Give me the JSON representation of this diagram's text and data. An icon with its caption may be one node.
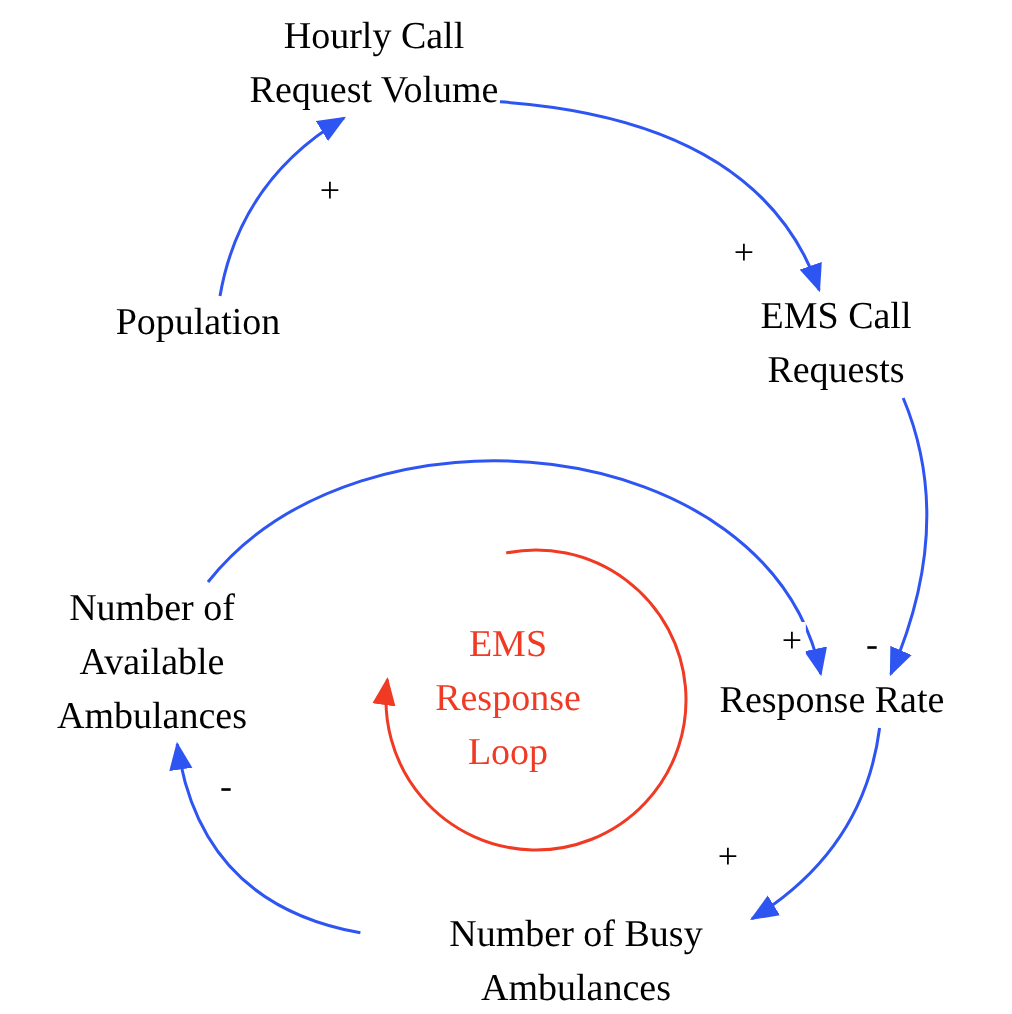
{
  "diagram": {
    "nodes": [
      {
        "text": [
          "Hourly Call Request Volume"
        ]
      },
      {
        "text": [
          "Population"
        ]
      },
      {
        "text": [
          "EMS Call Requests"
        ]
      },
      {
        "text": [
          "Response Rate"
        ]
      },
      {
        "text": [
          "Number of Busy Ambulances"
        ]
      },
      {
        "text": [
          "Number of Available Ambulances"
        ]
      }
    ],
    "edges": [
      {
        "from": 1,
        "to": 0,
        "arrow": "to",
        "label": "+"
      },
      {
        "from": 0,
        "to": 2,
        "arrow": "to",
        "label": "+"
      },
      {
        "from": 2,
        "to": 3,
        "arrow": "to",
        "label": "-"
      },
      {
        "from": 5,
        "to": 3,
        "arrow": "to",
        "label": "+"
      },
      {
        "from": 3,
        "to": 4,
        "arrow": "to",
        "label": "+"
      },
      {
        "from": 4,
        "to": 5,
        "arrow": "to",
        "label": "-"
      }
    ],
    "labels": [
      "EMS Response Loop"
    ]
  }
}
